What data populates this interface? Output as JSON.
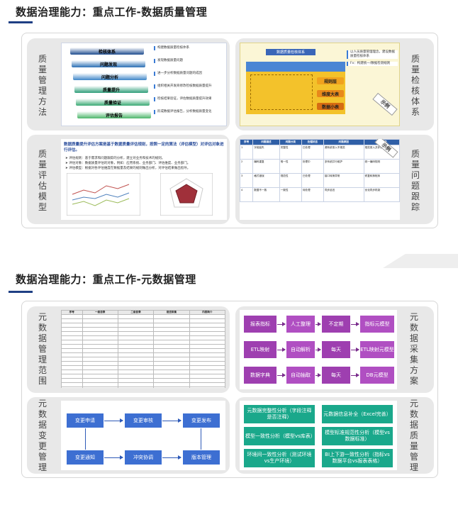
{
  "section1": {
    "title": "数据治理能力：重点工作-数据质量管理",
    "panels": {
      "mgmt_method": "质量管理方法",
      "inspect_system": "质量检核体系",
      "eval_model": "质量评估模型",
      "issue_tracking": "质量问题跟踪"
    },
    "method_steps": [
      {
        "label": "检核体系",
        "desc": "构建数据质量检核体系"
      },
      {
        "label": "问题发现",
        "desc": "发现数据质量问题"
      },
      {
        "label": "问题分析",
        "desc": "进一步分析数据质量问题的成因"
      },
      {
        "label": "质量提升",
        "desc": "组织相关开发商修改检核数据质量提升"
      },
      {
        "label": "质量验证",
        "desc": "检核结果验证，评估数据质量提升效果"
      },
      {
        "label": "评估报告",
        "desc": "形成数据评估报告，分析数据质量变化"
      }
    ],
    "inspect": {
      "header": "数据质量检核体系",
      "notes": [
        "以人员质量管理理念，建设数据质量检核体系",
        "Fx：构建统一/数据检测规则"
      ],
      "levels": [
        "规则层",
        "维度大表",
        "数据小表"
      ],
      "ribbon": "示例"
    },
    "eval": {
      "headline": "数据质量提升评估方案是基于数据质量评估规则，按照一定的算法（评估模型）对评估对象进行评估。",
      "bullets": [
        "评估规则：基于需求和问题跟踪的分析，建立对业务和技术的规则。",
        "评估对象：数据质量评估的对象，例如：应用系统、业务部门、评估维度、业务部门。",
        "评估模型：根据对各评估维度在数据量及结果的规则做出分析，对评估结果做出指导。"
      ]
    },
    "issue_table": {
      "headers": [
        "序号",
        "问题描述",
        "问题分类",
        "处理状态",
        "问题原因",
        "解决方案"
      ],
      "rows": [
        [
          "1",
          "字段缺失",
          "完整性",
          "已处理",
          "源系统录入不规范",
          "规范录入并补录"
        ],
        [
          "2",
          "编码重复",
          "唯一性",
          "处理中",
          "多系统并行维护",
          "统一编码规则"
        ],
        [
          "3",
          "格式错误",
          "规范性",
          "已处理",
          "接口转换异常",
          "修复转换程序"
        ],
        [
          "4",
          "数据不一致",
          "一致性",
          "待处理",
          "同步延迟",
          "优化同步机制"
        ]
      ],
      "ribbon": "示例"
    }
  },
  "section2": {
    "title": "数据治理能力：重点工作-元数据管理",
    "panels": {
      "mgmt_scope": "元数据管理范围",
      "collection": "元数据采集方案",
      "change_mgmt": "元数据变更管理",
      "quality": "元数据质量管理"
    },
    "scope_headers": [
      "序号",
      "一级目录",
      "二级目录",
      "是否采集",
      "内容简介"
    ],
    "scope_rows": 20,
    "collection": [
      [
        "报表指标",
        "人工整理",
        "不定期",
        "指标元模型"
      ],
      [
        "ETL映射",
        "自动解析",
        "每天",
        "ETL映射元模型"
      ],
      [
        "数据字典",
        "自动抽取",
        "每天",
        "DB元模型"
      ]
    ],
    "change_flow": [
      "变更申请",
      "变更审核",
      "变更发布",
      "变更通知",
      "冲突协调",
      "版本管理"
    ],
    "quality_items": [
      "元数据完整性分析（字段注释是否注释）",
      "元数据信息补全（Excel完善）",
      "模型一致性分析（模型vs库表）",
      "模型标准规范性分析（模型vs数据标准）",
      "环境间一致性分析（测试环境vs生产环境）",
      "BI上下游一致性分析（指标vs数据平台vs报表表格）"
    ]
  },
  "colors": {
    "accent": "#1f3f84",
    "purple": "#9e3fb0",
    "teal": "#1aa88b",
    "blue": "#3d6fd2"
  }
}
